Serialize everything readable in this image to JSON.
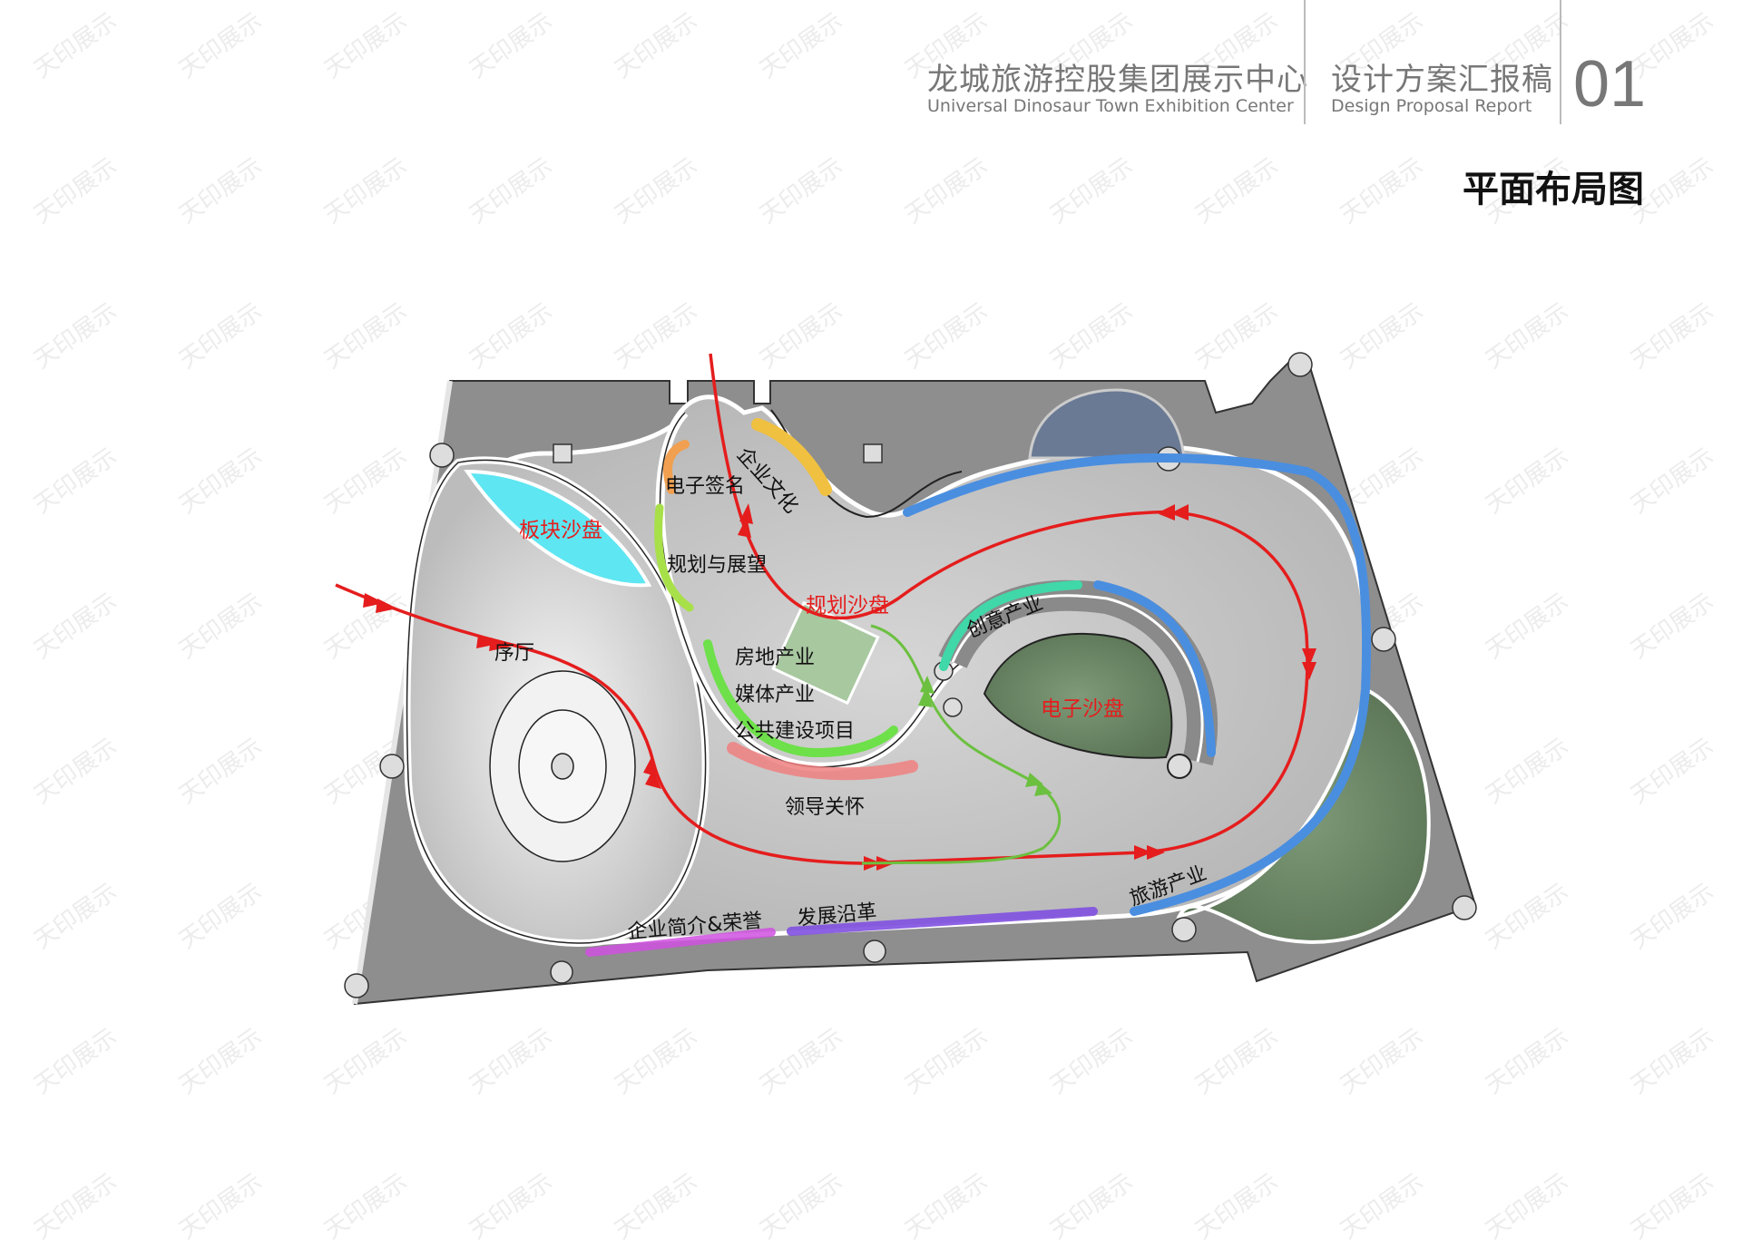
{
  "header": {
    "title_cn": "龙城旅游控股集团展示中心",
    "title_en": "Universal Dinosaur Town Exhibition Center",
    "subtitle_cn": "设计方案汇报稿",
    "subtitle_en": "Design Proposal Report",
    "page_number": "01"
  },
  "page_title": "平面布局图",
  "watermark": "天印展示",
  "plan": {
    "zones": [
      {
        "id": "bankuai",
        "label": "板块沙盘",
        "color": "#e51d1d",
        "type": "sandtable"
      },
      {
        "id": "xuting",
        "label": "序厅",
        "color": "#111111",
        "type": "hall"
      },
      {
        "id": "dianziqianming",
        "label": "电子签名",
        "color": "#111111",
        "accent": "#f0a050"
      },
      {
        "id": "qiyewenhua",
        "label": "企业文化",
        "color": "#111111",
        "accent": "#f0c040"
      },
      {
        "id": "guihuayuzhanwang",
        "label": "规划与展望",
        "color": "#111111",
        "accent": "#a8e04a"
      },
      {
        "id": "guihuashapan",
        "label": "规划沙盘",
        "color": "#e51d1d",
        "type": "sandtable"
      },
      {
        "id": "fangdichan",
        "label": "房地产业",
        "color": "#111111",
        "accent": "#6ee04a"
      },
      {
        "id": "meiti",
        "label": "媒体产业",
        "color": "#111111",
        "accent": "#6ee04a"
      },
      {
        "id": "gonggong",
        "label": "公共建设项目",
        "color": "#111111",
        "accent": "#6ee04a"
      },
      {
        "id": "lingdao",
        "label": "领导关怀",
        "color": "#111111",
        "accent": "#f08080"
      },
      {
        "id": "chuangyi",
        "label": "创意产业",
        "color": "#111111",
        "accent": "#40d8a8"
      },
      {
        "id": "dianzishapan",
        "label": "电子沙盘",
        "color": "#e51d1d",
        "type": "sandtable"
      },
      {
        "id": "lvyou",
        "label": "旅游产业",
        "color": "#111111",
        "accent": "#4a8ee0"
      },
      {
        "id": "qiyejianjie",
        "label": "企业简介&荣誉",
        "color": "#111111",
        "accent": "#d050e0"
      },
      {
        "id": "fazhan",
        "label": "发展沿革",
        "color": "#111111",
        "accent": "#8050e0"
      }
    ],
    "colors": {
      "floor_dark": "#8a8a8a",
      "floor_light": "#c8c8c8",
      "wall": "#e0e0e0",
      "route_main": "#e51d1d",
      "route_branch": "#6cc040",
      "sand_blue": "#5ee6f2",
      "sand_green": "#5f7a5a",
      "display_blue": "#4a8ee0"
    }
  }
}
